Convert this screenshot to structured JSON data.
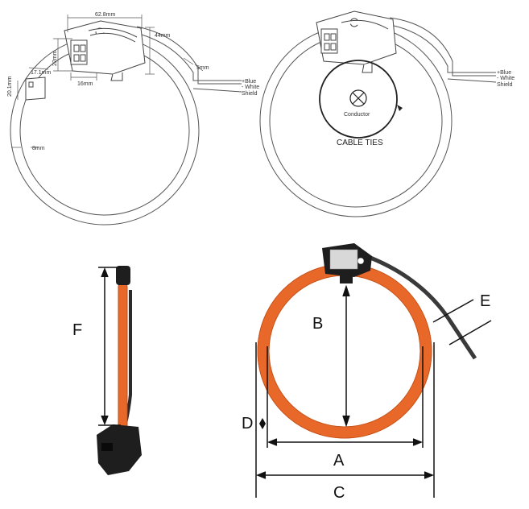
{
  "diagram1": {
    "dims": {
      "width_top": "62.8mm",
      "depth": "44mm",
      "height_left": "22mm",
      "bottom": "16mm",
      "cable": "5mm",
      "tail_h": "20.1mm",
      "tail_w": "17.1mm",
      "thickness": "8mm"
    },
    "wires": [
      "+Blue",
      "- White",
      "Shield"
    ]
  },
  "diagram2": {
    "conductor_label": "Conductor",
    "cable_ties_label": "CABLE TIES",
    "wires": [
      "+Blue",
      "- White",
      "Shield"
    ]
  },
  "photo": {
    "side_label": "F",
    "inner_label": "B",
    "thickness_label": "D",
    "inner_width_label": "A",
    "outer_width_label": "C",
    "cable_label": "E"
  },
  "colors": {
    "coil_orange": "#e8682a",
    "housing_black": "#1e1e1e",
    "cable_dark": "#3a3a3a",
    "line": "#444444"
  }
}
